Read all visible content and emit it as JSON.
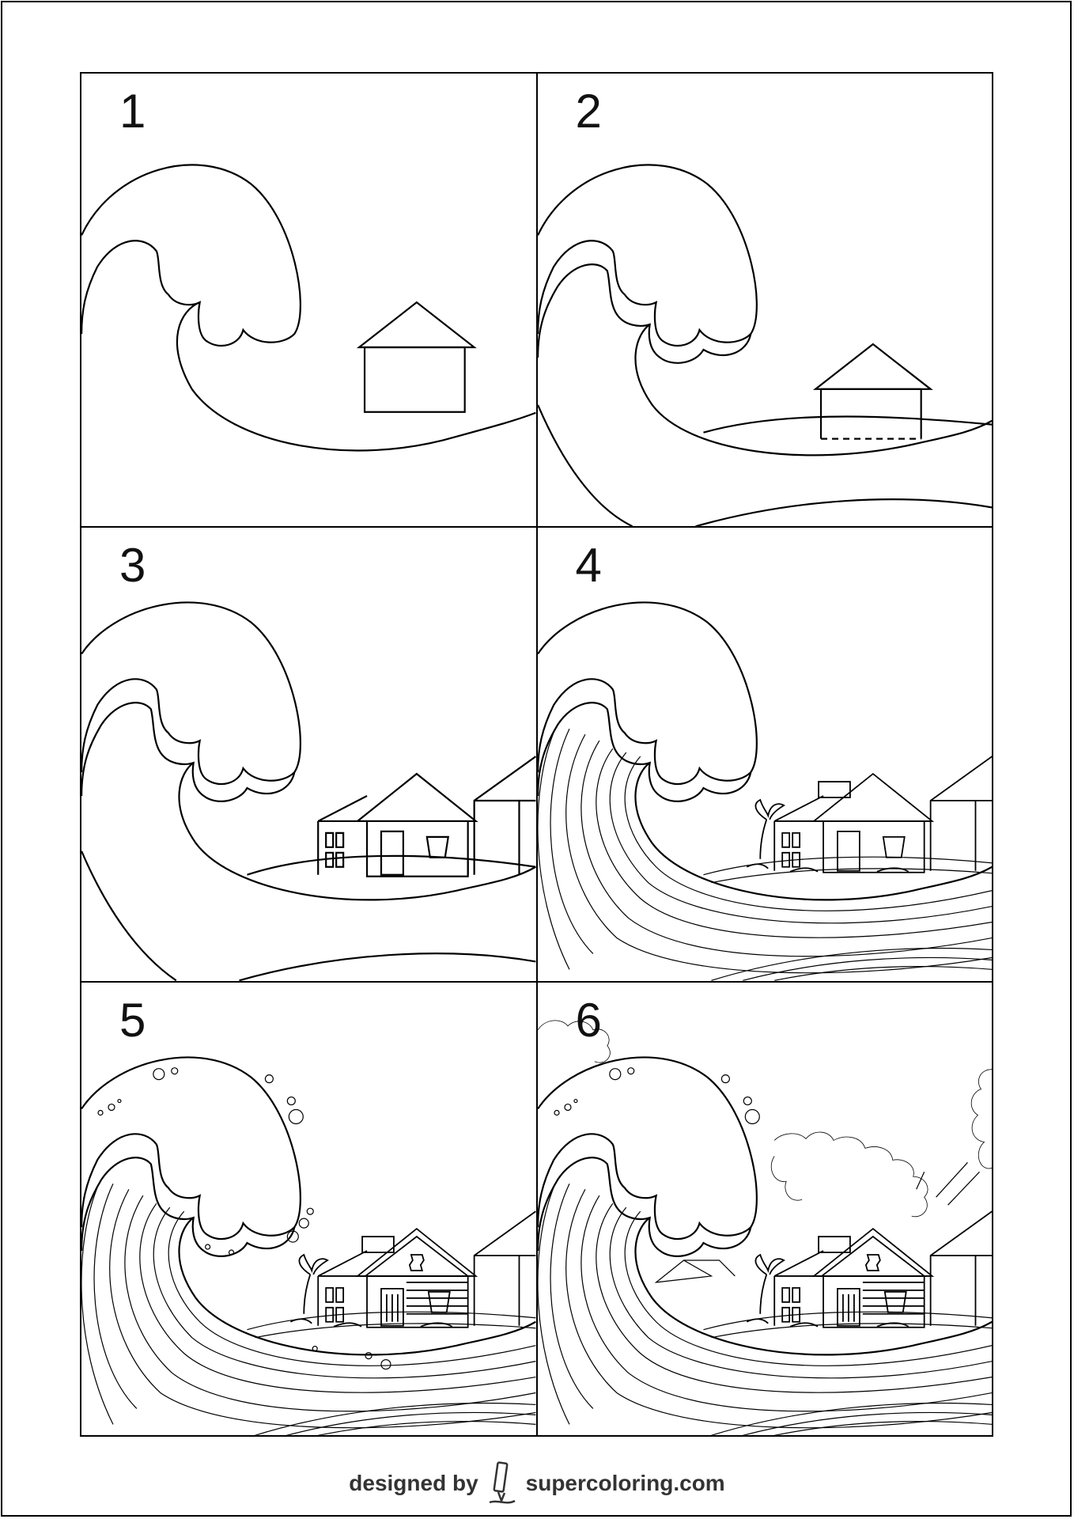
{
  "steps": [
    {
      "number": "1"
    },
    {
      "number": "2"
    },
    {
      "number": "3"
    },
    {
      "number": "4"
    },
    {
      "number": "5"
    },
    {
      "number": "6"
    }
  ],
  "footer": {
    "designed_by": "designed by",
    "site": "supercoloring.com",
    "icon": "pencil-icon"
  },
  "colors": {
    "line": "#000000",
    "background": "#ffffff"
  }
}
